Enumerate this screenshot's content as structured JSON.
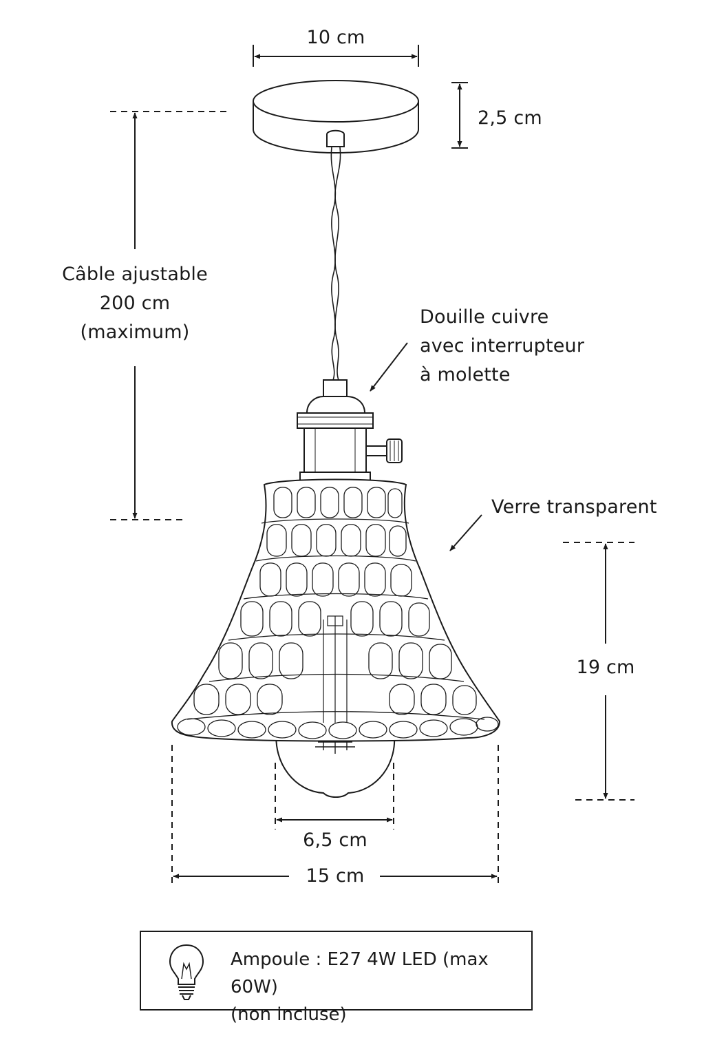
{
  "dimensions": {
    "canopy_width": "10 cm",
    "canopy_height": "2,5 cm",
    "cable_length": [
      "Câble ajustable",
      "200 cm",
      "(maximum)"
    ],
    "shade_height": "19 cm",
    "bulb_width": "6,5 cm",
    "shade_width": "15 cm"
  },
  "callouts": {
    "socket": [
      "Douille cuivre",
      "avec interrupteur",
      "à molette"
    ],
    "glass": "Verre transparent"
  },
  "note": {
    "icon": "light-bulb-icon",
    "line1": "Ampoule : E27 4W LED (max 60W)",
    "line2": "(non incluse)"
  }
}
